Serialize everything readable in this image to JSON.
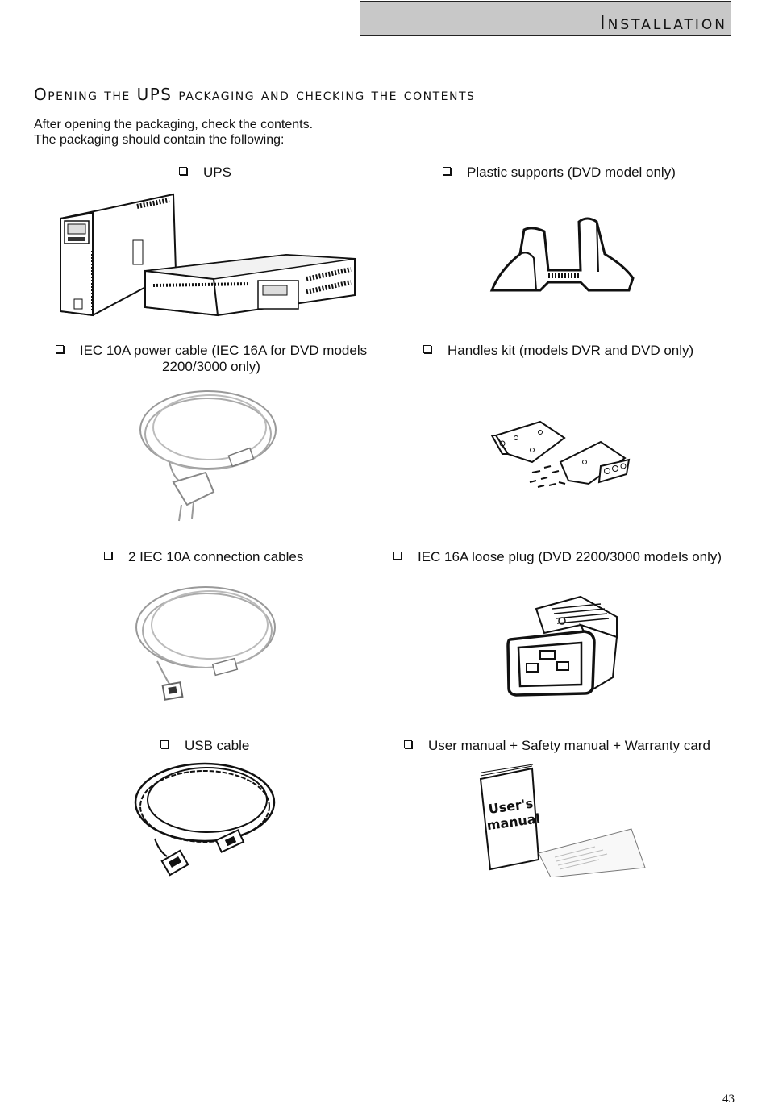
{
  "header": {
    "title": "Installation"
  },
  "section": {
    "title": "Opening the UPS packaging and checking the contents",
    "intro_line1": "After opening the packaging, check the contents.",
    "intro_line2": "The packaging should contain the following:"
  },
  "items": [
    {
      "label": "UPS",
      "icon": "ups-unit-icon"
    },
    {
      "label": "Plastic supports (DVD model only)",
      "icon": "plastic-support-icon"
    },
    {
      "label": "IEC 10A power cable (IEC 16A for DVD models",
      "label_line2": "2200/3000 only)",
      "icon": "power-cable-icon"
    },
    {
      "label": "Handles kit (models DVR and DVD only)",
      "icon": "handles-kit-icon"
    },
    {
      "label": "2 IEC 10A connection cables",
      "icon": "connection-cables-icon"
    },
    {
      "label": "IEC 16A loose plug (DVD 2200/3000 models only)",
      "icon": "loose-plug-icon"
    },
    {
      "label": "USB cable",
      "icon": "usb-cable-icon"
    },
    {
      "label": "User manual + Safety manual + Warranty card",
      "icon": "manual-booklet-icon"
    }
  ],
  "manual_cover": {
    "line1": "User's",
    "line2": "manual"
  },
  "page": {
    "number": "43"
  }
}
